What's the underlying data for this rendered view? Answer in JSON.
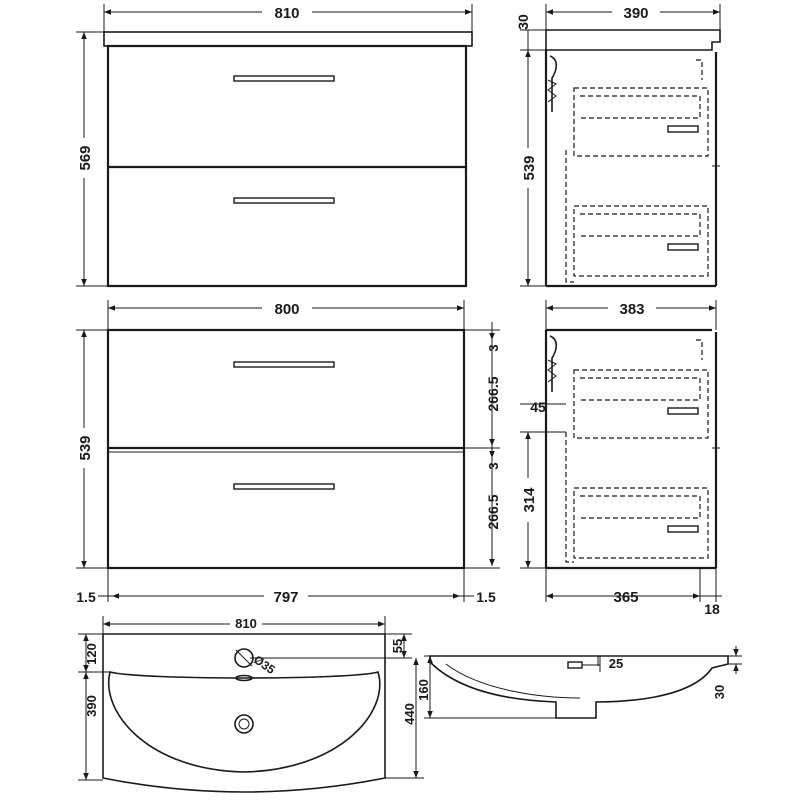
{
  "front_top": {
    "width_label": "810",
    "height_label": "569"
  },
  "side_top": {
    "top_label": "30",
    "depth_label": "390",
    "height_label": "539"
  },
  "front_mid": {
    "width_label": "800",
    "height_label": "539",
    "gap_top_label": "3",
    "drawer_top_label": "266.5",
    "gap_mid_label": "3",
    "drawer_bottom_label": "266.5",
    "side_left_label": "1.5",
    "inner_width_label": "797",
    "side_right_label": "1.5"
  },
  "side_mid": {
    "depth_label": "383",
    "offset_label": "45",
    "lower_height_label": "314",
    "carcass_label": "365",
    "front_label": "18"
  },
  "basin_plan": {
    "width_label": "810",
    "tap_offset_label": "120",
    "depth_label": "390",
    "hole_offset_label": "55",
    "hole_label": "Ø35",
    "overall_label": "440"
  },
  "basin_section": {
    "depth_label": "160",
    "overflow_label": "25",
    "rim_label": "30"
  }
}
